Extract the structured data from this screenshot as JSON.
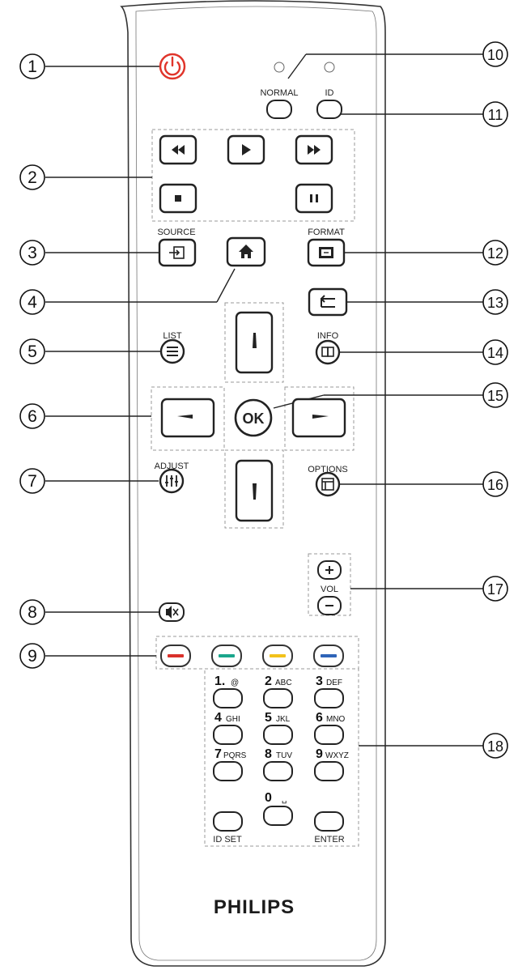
{
  "labels": {
    "normal": "NORMAL",
    "id": "ID",
    "source": "SOURCE",
    "format": "FORMAT",
    "list": "LIST",
    "info": "INFO",
    "adjust": "ADJUST",
    "options": "OPTIONS",
    "vol": "VOL",
    "ok": "OK",
    "id_set": "ID SET",
    "enter": "ENTER",
    "brand": "PHILIPS"
  },
  "numpad": [
    {
      "digit": "1.",
      "letters": "@"
    },
    {
      "digit": "2",
      "letters": "ABC"
    },
    {
      "digit": "3",
      "letters": "DEF"
    },
    {
      "digit": "4",
      "letters": "GHI"
    },
    {
      "digit": "5",
      "letters": "JKL"
    },
    {
      "digit": "6",
      "letters": "MNO"
    },
    {
      "digit": "7",
      "letters": "PQRS"
    },
    {
      "digit": "8",
      "letters": "TUV"
    },
    {
      "digit": "9",
      "letters": "WXYZ"
    },
    {
      "digit": "0",
      "letters": "␣"
    }
  ],
  "callouts": [
    "1",
    "2",
    "3",
    "4",
    "5",
    "6",
    "7",
    "8",
    "9",
    "10",
    "11",
    "12",
    "13",
    "14",
    "15",
    "16",
    "17",
    "18"
  ],
  "colors": {
    "power": "#e0352b",
    "red_key": "#d9312b",
    "green_key": "#1aa68c",
    "yellow_key": "#f2c21a",
    "blue_key": "#2f64b8"
  }
}
